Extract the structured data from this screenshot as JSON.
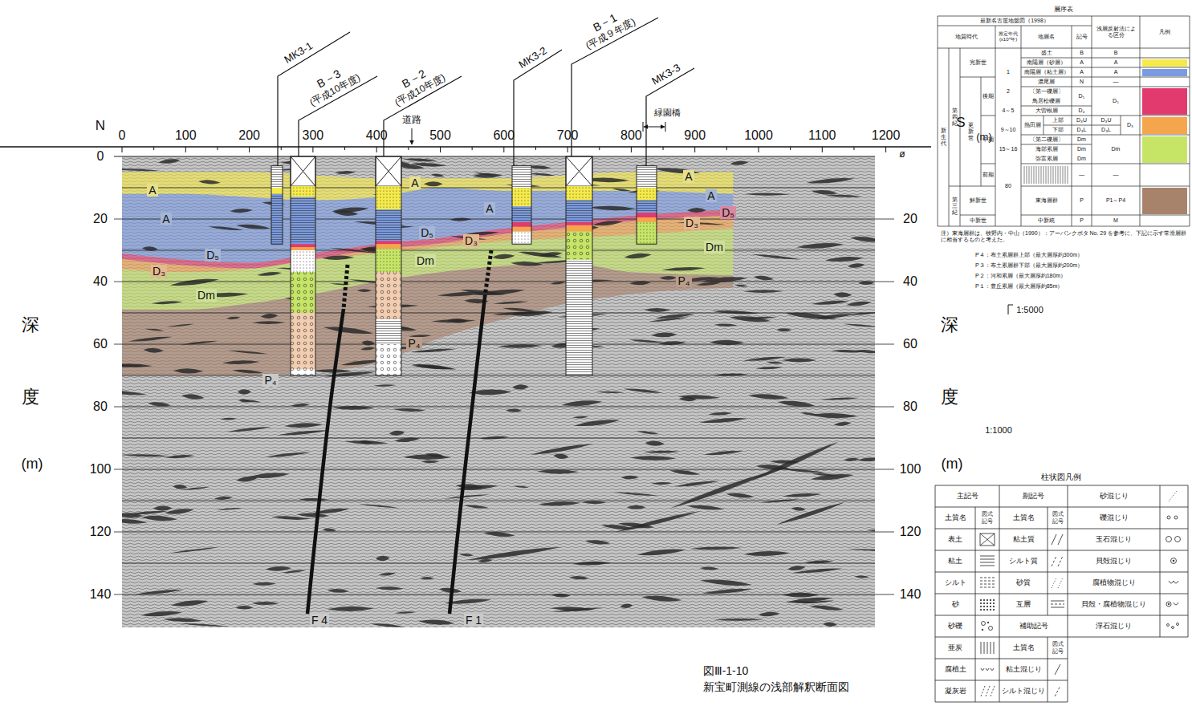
{
  "diagram": {
    "caption": "図Ⅲ-1-10 新宝町測線の浅部解釈断面図",
    "labels": [
      "N",
      "0",
      "100",
      "200",
      "300",
      "400",
      "500",
      "600",
      "700",
      "800",
      "900",
      "1000",
      "1100",
      "1200",
      "S",
      "(m)",
      "ø",
      "0",
      "20",
      "40",
      "60",
      "80",
      "100",
      "120",
      "140",
      "20",
      "40",
      "60",
      "80",
      "100",
      "120",
      "140",
      "深",
      "度",
      "(m)",
      "深",
      "度",
      "(m)",
      "MK3-1",
      "B－3",
      "(平成10年度)",
      "B－2",
      "(平成10年度)",
      "道路",
      "MK3-2",
      "B－1",
      "(平成９年度)",
      "MK3-3",
      "緑園橋",
      "A",
      "A",
      "D₅",
      "D₃",
      "Dm",
      "P₄",
      "A",
      "A",
      "D₅",
      "D₃",
      "Dm",
      "P₄",
      "A",
      "A",
      "D₃",
      "D₅",
      "Dm",
      "P₄",
      "F 4",
      "F 1",
      "1:5000",
      "1:1000",
      "層序表",
      "最新名古屋地盤図（1998）",
      "浅層反射法による区分",
      "凡例",
      "地質時代",
      "推定年代 (x10⁴年)",
      "地層名",
      "記号",
      "新生代",
      "第四紀",
      "完新世",
      "更新世",
      "後期",
      "中期",
      "前期",
      "第三紀",
      "鮮新世",
      "中新世",
      "1",
      "2",
      "4～5",
      "9～10",
      "15～16",
      "80",
      "盛土",
      "南陽層（砂層）",
      "南陽層（粘土層）",
      "濃尾層",
      "〔第一礫層〕",
      "鳥居松礫層",
      "大曽根層",
      "熱田層",
      "上部",
      "下部",
      "〔第二礫層〕",
      "海部累層",
      "弥富累層",
      "東海層群",
      "中新統",
      "B",
      "A",
      "A",
      "N",
      "D₅",
      "D₄",
      "D₃U",
      "D₃L",
      "Dm",
      "Dm",
      "Dm",
      "―",
      "P",
      "P",
      "B",
      "―",
      "D₃U",
      "D₃L",
      "―",
      "M",
      "注）東海層群は、牧野内・中山（1990）：アーバンクボタ No. 29 を参考に、下記に示す常滑層群に相当するものと考えた。",
      "P４：布土累層群上部（最大層厚約300m）",
      "P３：布土累層群下部（最大層厚約200m）",
      "P２：河和累層（最大層厚約180m）",
      "P１：豊丘累層（最大層厚約85m）",
      "柱状図凡例",
      "主記号",
      "副記号",
      "砂混じり",
      "土質名",
      "図式記号",
      "土質名",
      "図式記号",
      "礫混じり",
      "表土",
      "粘土質",
      "玉石混じり",
      "粘土",
      "シルト質",
      "貝殻混じり",
      "シルト",
      "砂質",
      "腐植物混じり",
      "砂",
      "互層",
      "貝殻・腐植物混じり",
      "砂礫",
      "補助記号",
      "浮石混じり",
      "亜炭",
      "土質名",
      "図式記号",
      "腐植土",
      "粘土混じり",
      "凝灰岩",
      "シルト混じり"
    ],
    "legend": [
      {
        "text": "A",
        "color": "#f5ea4a"
      },
      {
        "text": "A",
        "color": "#7b9be0"
      },
      {
        "text": "D₅",
        "color": "#e23a6e"
      },
      {
        "text": "D₃",
        "color": "#f5a54c"
      },
      {
        "text": "Dm",
        "color": "#c6e566"
      },
      {
        "text": "P1～P4",
        "color": "#a8836c"
      }
    ]
  }
}
